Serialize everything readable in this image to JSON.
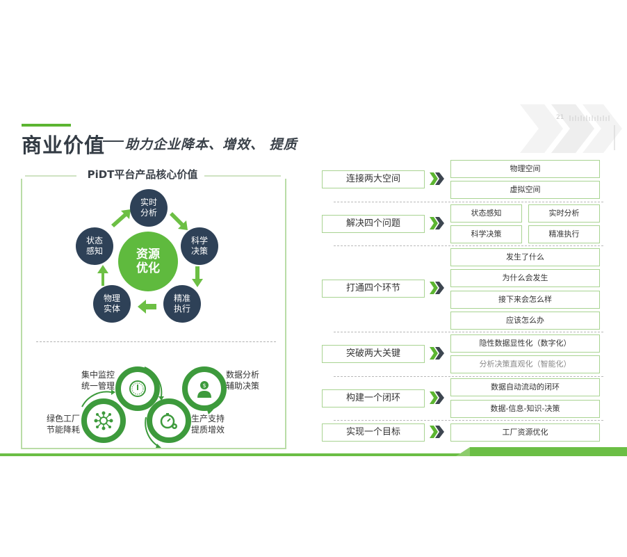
{
  "header": {
    "title": "商业价值",
    "subtitle": "助力企业降本、增效、 提质",
    "deco_number": "21"
  },
  "left_panel": {
    "title": "PiDT平台产品核心价值",
    "cycle": {
      "center": "资源\n优化",
      "nodes": [
        {
          "label": "实时\n分析"
        },
        {
          "label": "科学\n决策"
        },
        {
          "label": "精准\n执行"
        },
        {
          "label": "物理\n实体"
        },
        {
          "label": "状态\n感知"
        }
      ]
    },
    "benefits": [
      {
        "label": "集中监控\n统一管理",
        "icon": "clock-icon"
      },
      {
        "label": "数据分析\n辅助决策",
        "icon": "dollar-person-icon"
      },
      {
        "label": "绿色工厂\n节能降耗",
        "icon": "network-nodes-icon"
      },
      {
        "label": "生产支持\n提质增效",
        "icon": "stopwatch-gear-icon"
      }
    ]
  },
  "right_panel": {
    "rows": [
      {
        "label": "连接两大空间",
        "items": [
          "物理空间",
          "虚拟空间"
        ]
      },
      {
        "label": "解决四个问题",
        "items": [
          "状态感知",
          "实时分析",
          "科学决策",
          "精准执行"
        ]
      },
      {
        "label": "打通四个环节",
        "items": [
          "发生了什么",
          "为什么会发生",
          "接下来会怎么样",
          "应该怎么办"
        ]
      },
      {
        "label": "突破两大关键",
        "items": [
          "隐性数据显性化（数字化）",
          "分析决策直观化（智能化）"
        ]
      },
      {
        "label": "构建一个闭环",
        "items": [
          "数据自动流动的闭环",
          "数据-信息-知识-决策"
        ]
      },
      {
        "label": "实现一个目标",
        "items": [
          "工厂资源优化"
        ]
      }
    ]
  },
  "colors": {
    "accent_green": "#5fba3e",
    "node_navy": "#2e4157",
    "ring_green": "#3d9a3c",
    "box_border": "#a8d391"
  }
}
